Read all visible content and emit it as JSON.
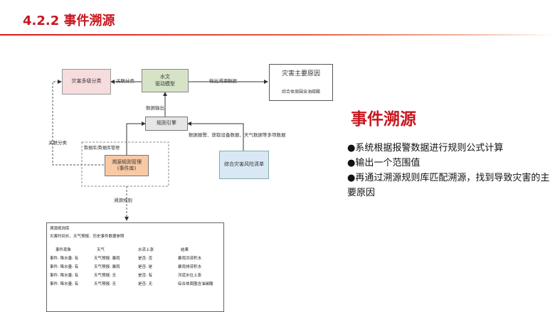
{
  "header": {
    "title": "4.2.2 事件溯源",
    "accent": "#c8161e"
  },
  "diagram": {
    "nodes": {
      "disaster_classify": "灾害多级分类",
      "water_model": [
        "水文",
        "驱动模型"
      ],
      "main_cause_title": "灾害主要原因",
      "main_cause_desc": "综合体周围含油碳酸",
      "rule_engine": "规则引擎",
      "trace_rule_mgmt": [
        "溯源规则管理",
        "(事件库)"
      ],
      "risk_list": "综合灾害风险清单"
    },
    "edges": {
      "classify_label": "关联分类",
      "output_label": "输出溯源数据",
      "data_output_label": "数据输出",
      "alarm_label": "数据报警、获取设备数据、天气数据等多项数据",
      "association_label": "关联分类",
      "rule_mgmt_group_label": "数据库/数据库管理",
      "trace_rule_label": "溯源规则"
    },
    "rule_table": {
      "title": "溯源规则库",
      "subtitle": "灾害时间长、天气预报、历史事件数据参照",
      "headers": [
        "事件现象",
        "天气",
        "水流上涨",
        "结果"
      ],
      "rows": [
        [
          "事件: 降水量: 有",
          "天气预报: 暴雨",
          "是否: 否",
          "暴雨洪涝积水"
        ],
        [
          "事件: 降水量: 有",
          "天气预报: 暴雨",
          "是否: 是",
          "暴雨排涝积水"
        ],
        [
          "事件: 降水量: 有",
          "天气预报: 无",
          "是否: 有",
          "河道水位上涨"
        ],
        [
          "事件: 降水量: 有",
          "天气预报: 无",
          "是否: 无",
          "综合体周围含油碳酸"
        ]
      ]
    }
  },
  "right": {
    "title": "事件溯源",
    "bullets": [
      "●系统根据报警数据进行规则公式计算",
      "●输出一个范围值",
      "●再通过溯源规则库匹配溯源，找到导致灾害的主要原因"
    ]
  }
}
